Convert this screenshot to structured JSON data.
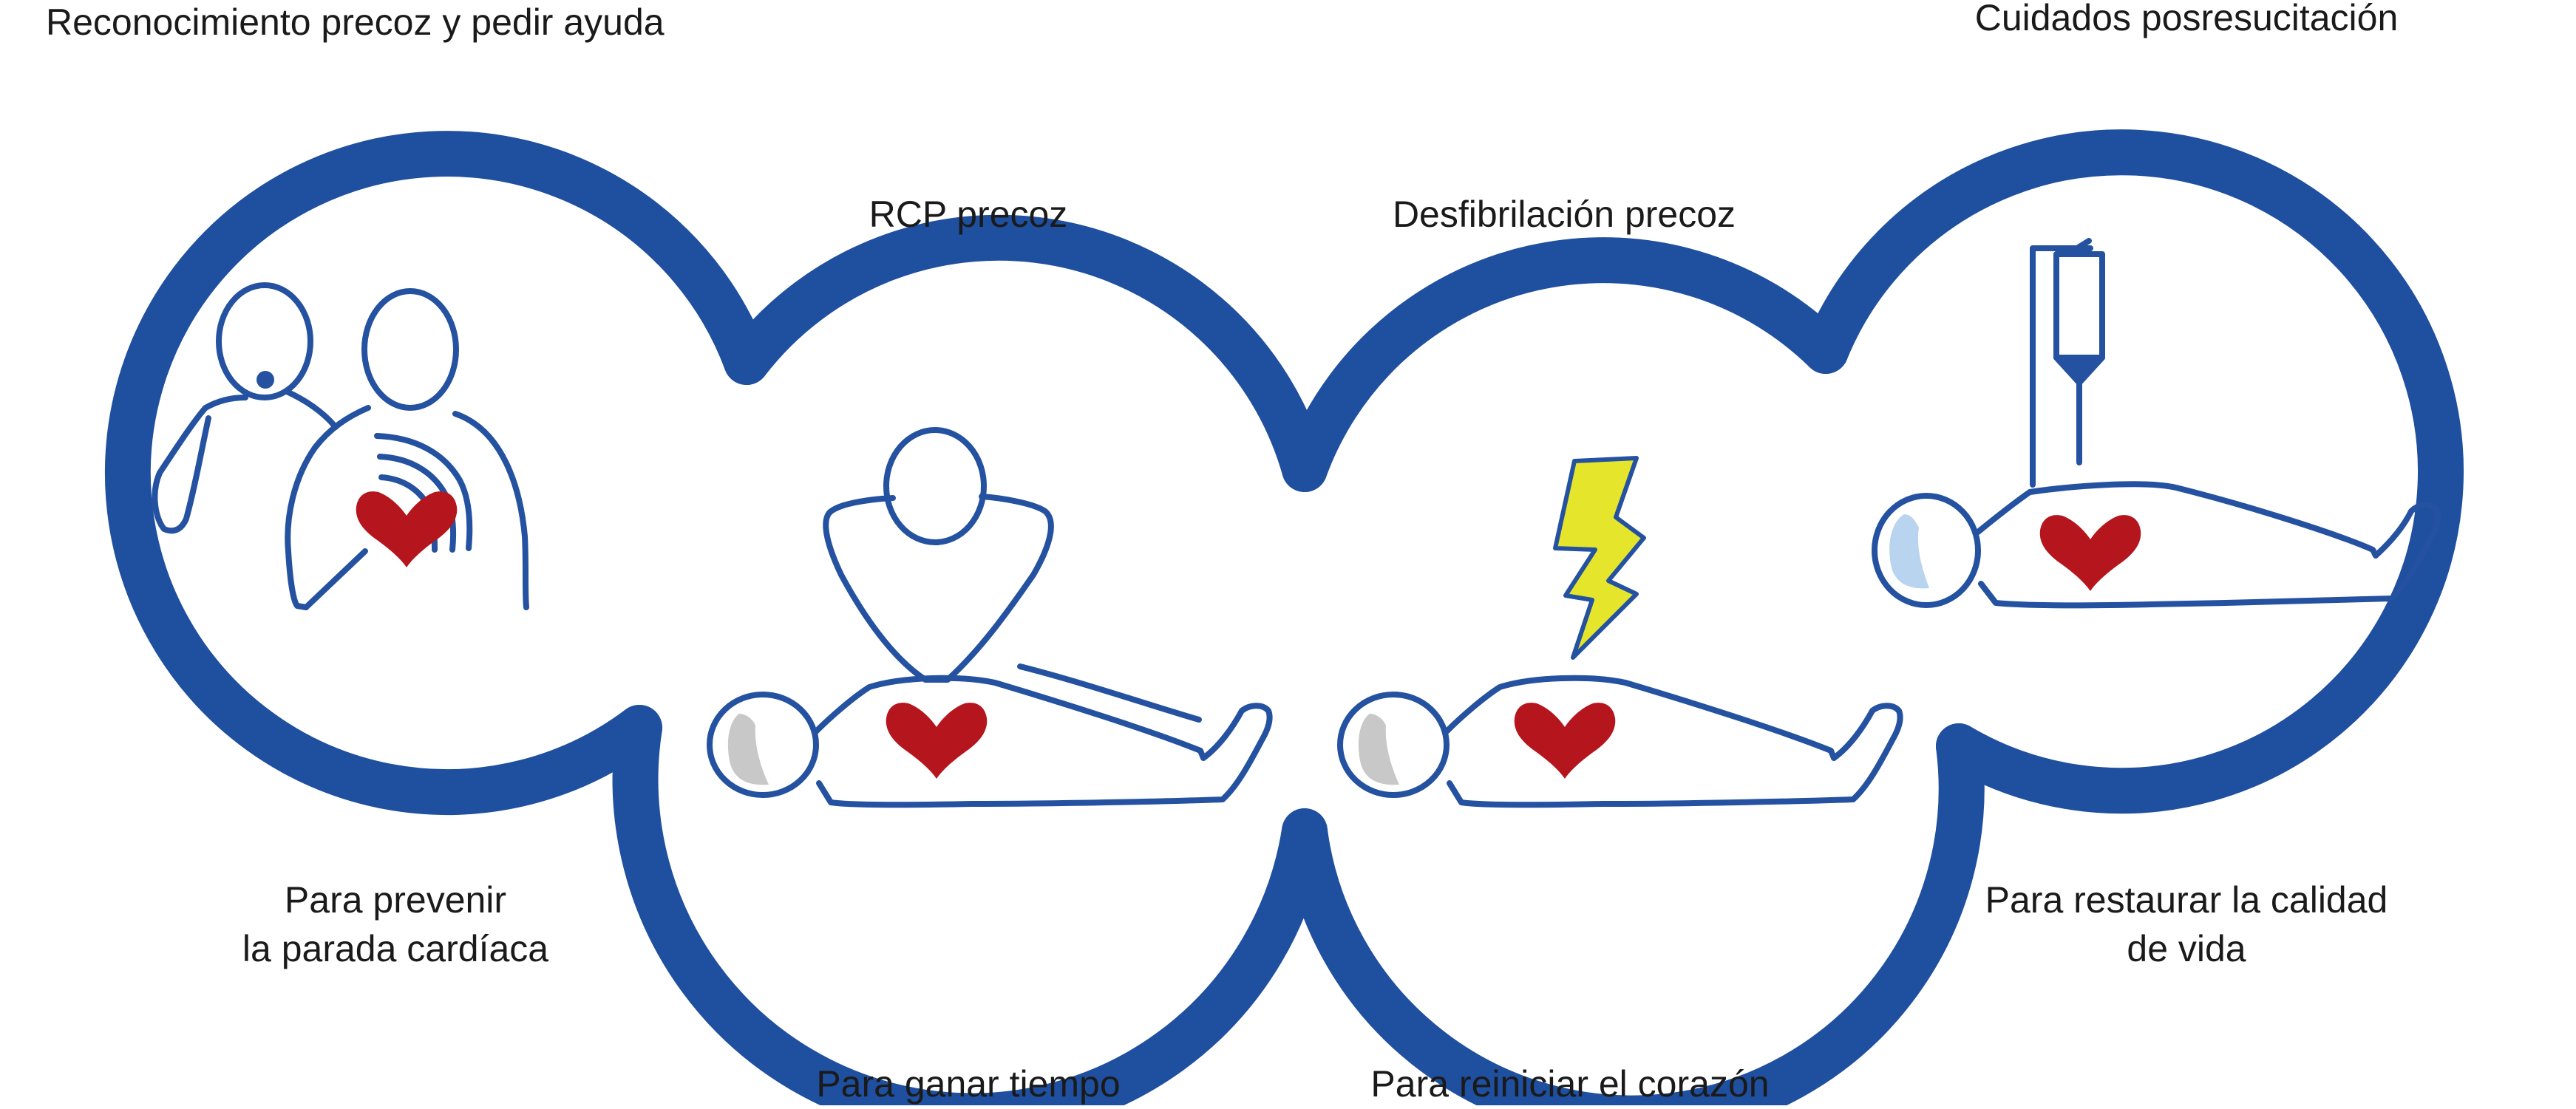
{
  "labels": {
    "stage1_top": "Reconocimiento precoz y pedir ayuda",
    "stage2_top": "RCP precoz",
    "stage3_top": "Desfibrilación precoz",
    "stage4_top": "Cuidados posresucitación",
    "stage1_bottom_line1": "Para prevenir",
    "stage1_bottom_line2": "la parada cardíaca",
    "stage2_bottom": "Para ganar tiempo",
    "stage3_bottom": "Para reiniciar el corazón",
    "stage4_bottom_line1": "Para restaurar la calidad",
    "stage4_bottom_line2": "de vida"
  },
  "colors": {
    "chain_blue": "#1f4f9f",
    "figure_outline": "#2452a0",
    "heart_red": "#b5151c",
    "lightning_yellow": "#e5e62b",
    "head_shadow_grey": "#c8c8c8",
    "head_shadow_blue": "#b9d4ef"
  },
  "icons": {
    "stage1": "rescuer-checking-victim-icon",
    "stage2": "cpr-compression-icon",
    "stage3": "defibrillation-lightning-icon",
    "stage4": "iv-drip-patient-icon"
  }
}
